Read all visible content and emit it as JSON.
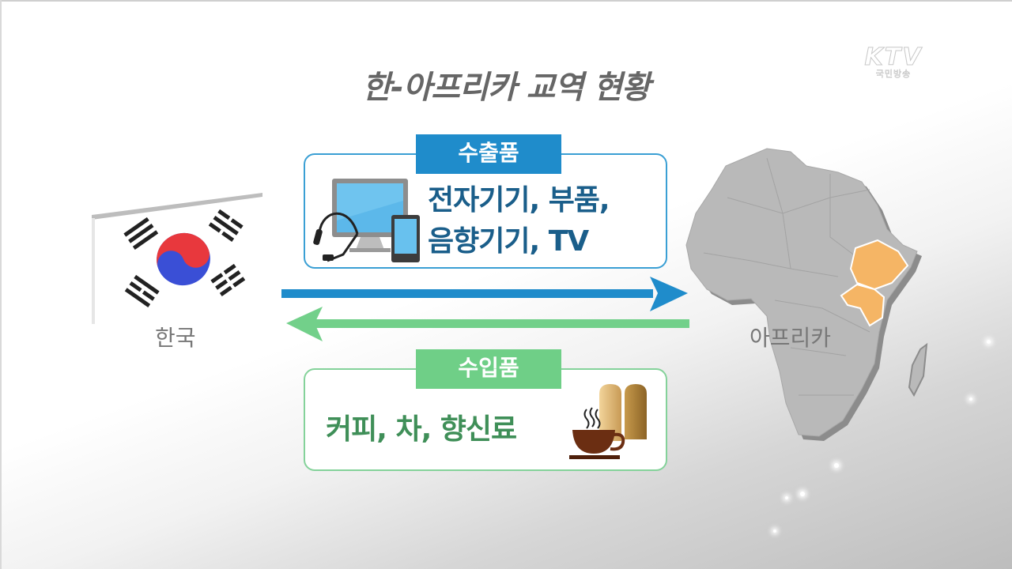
{
  "title": "한-아프리카 교역 현황",
  "logo": {
    "main": "KTV",
    "sub": "국민방송"
  },
  "korea": {
    "label": "한국",
    "icon": "korean-flag-icon"
  },
  "africa": {
    "label": "아프리카",
    "icon": "africa-map-icon",
    "highlight_color": "#f5b565",
    "highlighted_region": "East Africa"
  },
  "exports": {
    "tag": "수출품",
    "line1": "전자기기, 부품,",
    "line2": "음향기기, TV",
    "icon": "electronics-icon",
    "color": "#1f8ccb",
    "arrow_direction": "Korea → Africa"
  },
  "imports": {
    "tag": "수입품",
    "text": "커피, 차, 향신료",
    "icon": "coffee-spice-icon",
    "color": "#6fcf87",
    "arrow_direction": "Africa → Korea"
  }
}
